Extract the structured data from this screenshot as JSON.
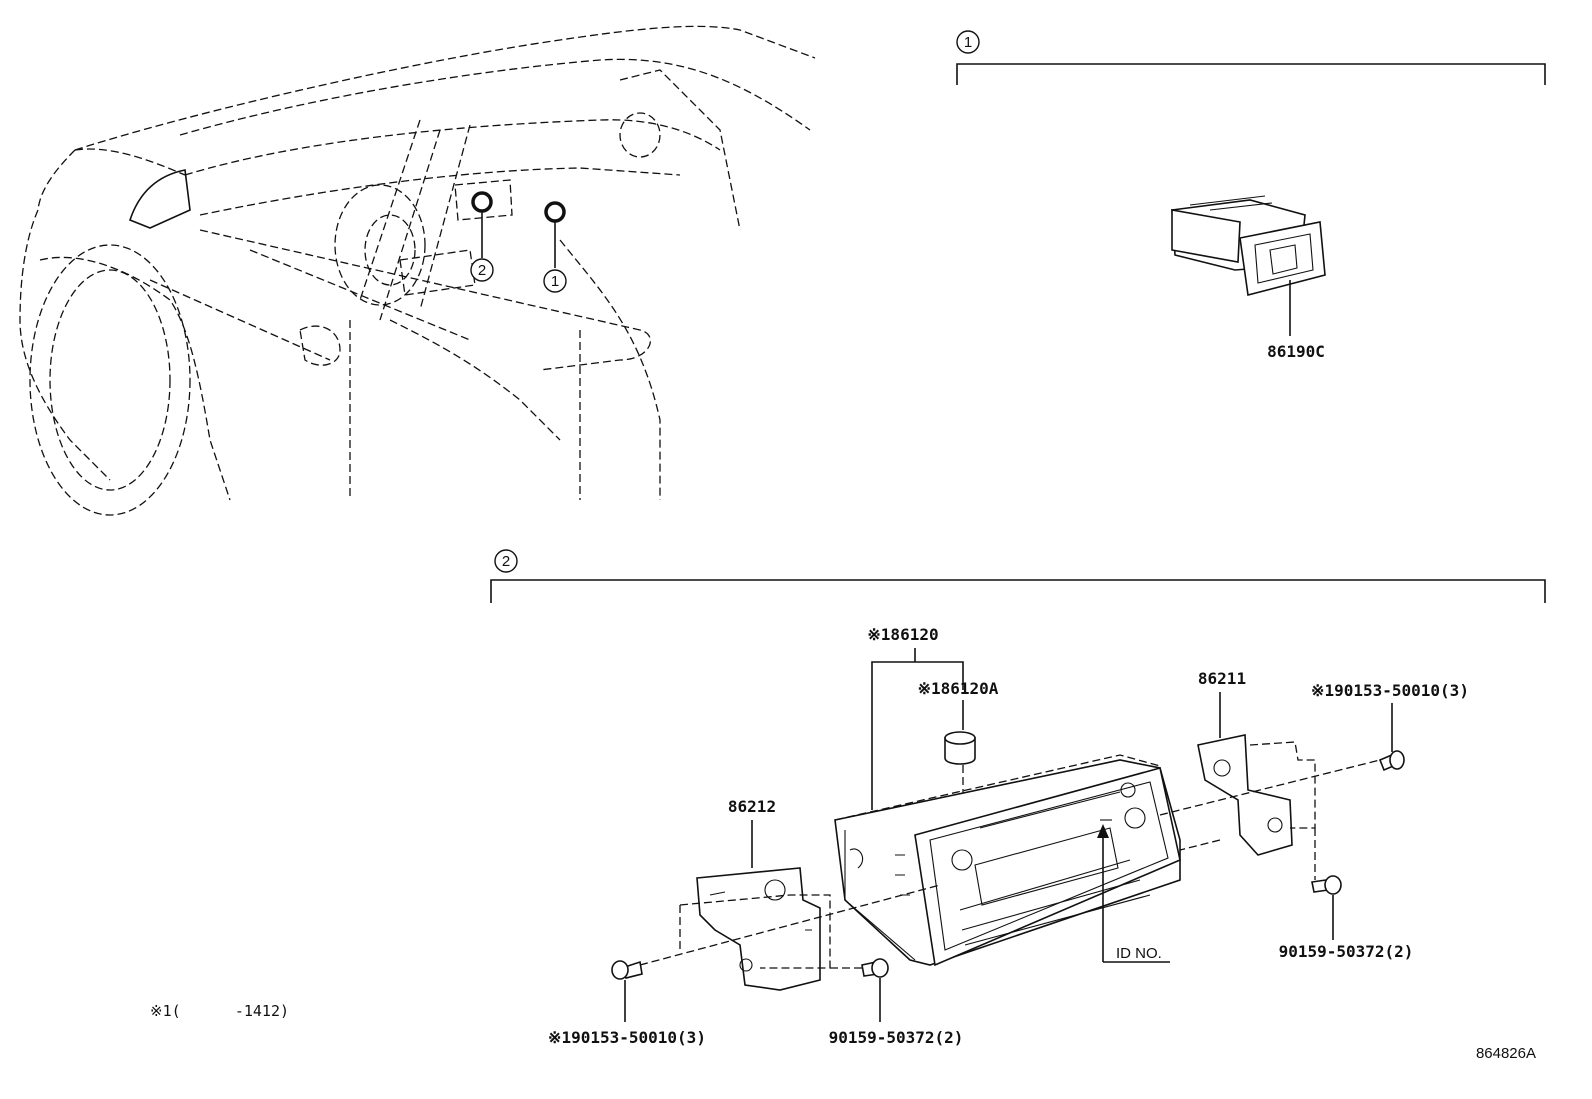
{
  "callouts": {
    "circle_1": "1",
    "circle_2": "2"
  },
  "section_1": {
    "part_switch": "86190C"
  },
  "section_2": {
    "part_receiver": "※186120",
    "part_knob": "※186120A",
    "part_bracket_right": "86211",
    "part_bracket_left": "86212",
    "screw_top_right": "※190153-50010(3)",
    "screw_bottom_left": "※190153-50010(3)",
    "bolt_right": "90159-50372(2)",
    "bolt_bottom": "90159-50372(2)",
    "id_no": "ID NO."
  },
  "footnote": "※1(      -1412)",
  "diagram_code": "864826A"
}
